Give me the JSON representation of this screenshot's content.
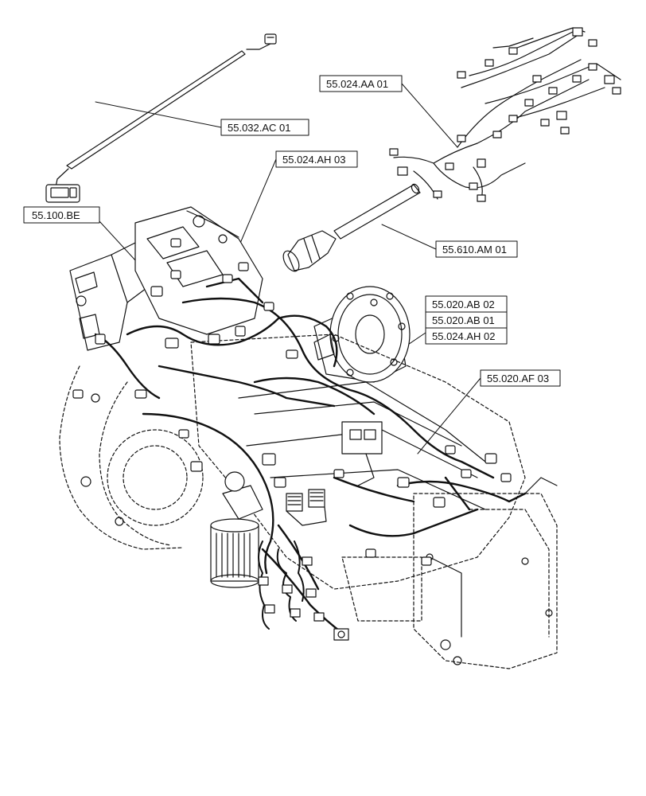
{
  "callouts": {
    "c_032_ac_01": "55.032.AC 01",
    "c_024_ah_03_top": "55.024.AH 03",
    "c_100_be": "55.100.BE",
    "c_024_aa_01": "55.024.AA 01",
    "c_610_am_01": "55.610.AM 01",
    "c_020_ab_02": "55.020.AB 02",
    "c_020_ab_01": "55.020.AB 01",
    "c_024_ah_02": "55.024.AH 02",
    "c_020_af_03": "55.020.AF 03"
  }
}
